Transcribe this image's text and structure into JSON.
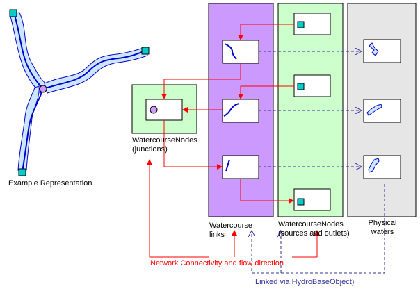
{
  "labels": {
    "example_representation": "Example Representation",
    "watercourse_nodes_junctions_1": "WatercourseNodes",
    "watercourse_nodes_junctions_2": "(junctions)",
    "watercourse_links_1": "Watercourse",
    "watercourse_links_2": "links",
    "watercourse_nodes_sources_1": "WatercourseNodes",
    "watercourse_nodes_sources_2": "(sources and outlets)",
    "physical_waters_1": "Physical",
    "physical_waters_2": "waters",
    "network_connectivity": "Network Connectivity and flow direction",
    "linked_via": "Linked via HydroBaseObject)"
  },
  "colors": {
    "links_column": "#cc99ff",
    "nodes_column": "#ccffcc",
    "waters_column": "#e6e6e6",
    "connectivity_arrow": "#ff0000",
    "linked_arrow": "#333399",
    "river_fill": "#cce6ff",
    "river_line": "#0000cc",
    "node_square": "#00cccc",
    "junction_circle": "#cc99ff",
    "connectivity_text": "#ff0000",
    "linked_text": "#333399"
  },
  "icons": {
    "example": "river-network-icon",
    "source_node": "square-node-icon",
    "junction_node": "circle-node-icon",
    "link": "curved-line-icon",
    "physical_water": "water-body-icon"
  }
}
